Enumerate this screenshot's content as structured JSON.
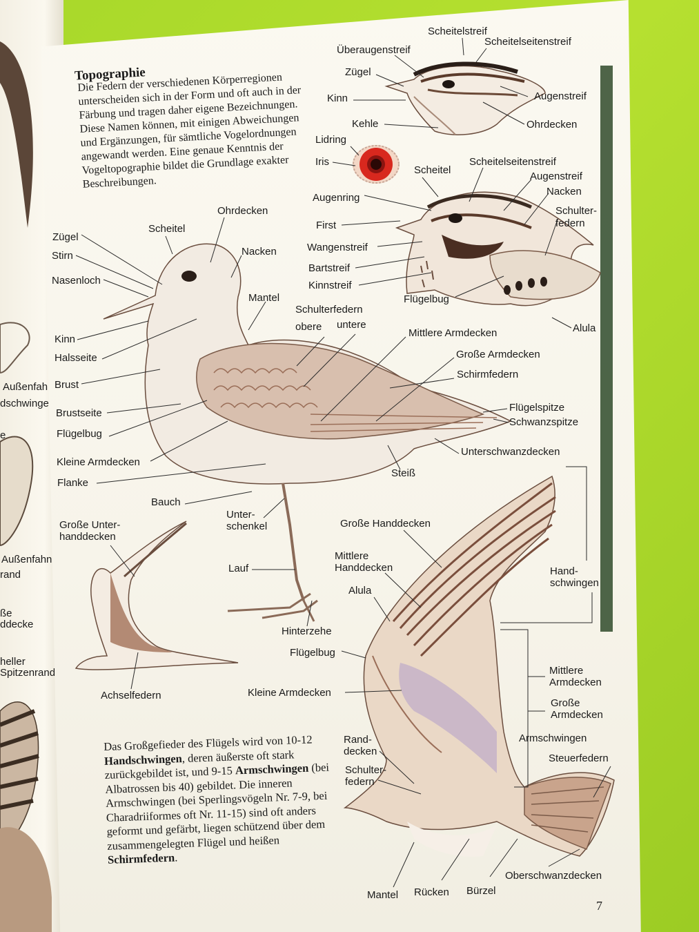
{
  "page": {
    "heading": "Topographie",
    "intro": "Die Federn der verschiedenen Körperregionen unterscheiden sich in der Form und oft auch in der Färbung und tragen daher eigene Bezeichnungen. Diese Namen können, mit einigen Abweichungen und Ergänzungen, für sämtliche Vogelordnungen angewandt werden. Eine genaue Kenntnis der Vogeltopographie bildet die Grundlage exakter Beschreibungen.",
    "outro_parts": [
      "Das Großgefieder des Flügels wird von 10-12 ",
      "Handschwingen",
      ", deren äußerste oft stark zurückgebildet ist, und 9-15 ",
      "Armschwingen",
      " (bei Albatrossen bis 40) gebildet. Die inneren Armschwingen (bei Sperlingsvögeln Nr. 7-9, bei Charadriiformes oft Nr. 11-15) sind oft anders geformt und gefärbt, liegen schützend über dem zusammengelegten Flügel und heißen ",
      "Schirmfedern",
      "."
    ],
    "page_number": "7"
  },
  "left_page_labels": [
    "Außenfah",
    "dschwinge",
    "e",
    "Außenfahne",
    "rand",
    "ße",
    "ddecke",
    "heller",
    "Spitzenrand"
  ],
  "head_top": [
    "Scheitelstreif",
    "Scheitelseitenstreif",
    "Überaugenstreif",
    "Zügel",
    "Kinn",
    "Augenstreif",
    "Kehle",
    "Ohrdecken"
  ],
  "eye": [
    "Lidring",
    "Iris",
    "Augenring"
  ],
  "head_mid": [
    "Scheitel",
    "Scheitelseitenstreif",
    "Augenstreif",
    "Nacken",
    "Schulter-",
    "federn",
    "First",
    "Wangenstreif",
    "Bartstreif",
    "Kinnstreif",
    "Flügelbug",
    "Alula"
  ],
  "standing": [
    "Ohrdecken",
    "Scheitel",
    "Zügel",
    "Stirn",
    "Nacken",
    "Nasenloch",
    "Mantel",
    "Schulterfedern",
    "obere",
    "untere",
    "Kinn",
    "Halsseite",
    "Brust",
    "Brustseite",
    "Flügelbug",
    "Kleine Armdecken",
    "Flanke",
    "Bauch",
    "Unter-",
    "schenkel",
    "Lauf",
    "Hinterzehe",
    "Steiß",
    "Mittlere Armdecken",
    "Große Armdecken",
    "Schirmfedern",
    "Flügelspitze",
    "Schwanzspitze",
    "Unterschwanzdecken"
  ],
  "underwing": [
    "Große Unter-",
    "handdecken",
    "Achselfedern"
  ],
  "spread": [
    "Große Handdecken",
    "Mittlere",
    "Handdecken",
    "Alula",
    "Hand-",
    "schwingen",
    "Flügelbug",
    "Kleine Armdecken",
    "Mittlere",
    "Armdecken",
    "Große",
    "Armdecken",
    "Armschwingen",
    "Rand-",
    "decken",
    "Schulter-",
    "federn",
    "Steuerfedern",
    "Oberschwanzdecken",
    "Mantel",
    "Rücken",
    "Bürzel"
  ],
  "colors": {
    "paper": "#f8f5ec",
    "ink": "#1a1a1a",
    "feather_brown": "#9a6e58",
    "feather_light": "#d8bfae",
    "iris_red": "#d8281e",
    "background_green": "#a8d82a"
  }
}
